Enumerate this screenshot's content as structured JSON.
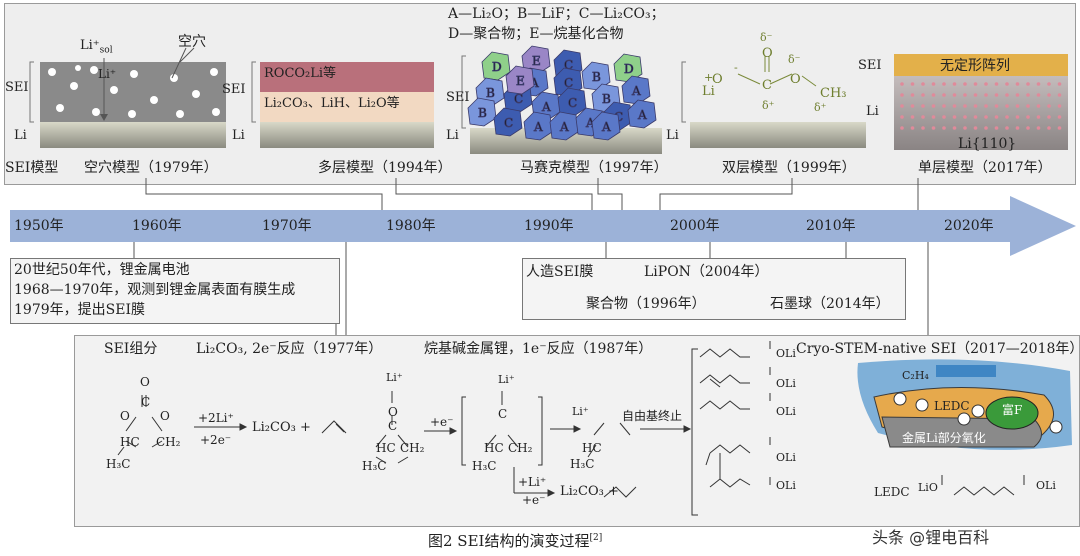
{
  "legend": {
    "line1": "A—Li₂O；B—LiF；C—Li₂CO₃；",
    "line2": "D—聚合物；E—烷基化合物"
  },
  "models": {
    "sei_model_label": "SEI模型",
    "vacancy": {
      "title": "空穴模型（1979年）",
      "sei": "SEI",
      "li": "Li",
      "li_sol": "Li⁺",
      "li_sol_sub": "sol",
      "li_plus": "Li⁺",
      "hole": "空穴"
    },
    "multilayer": {
      "title": "多层模型（1994年）",
      "sei": "SEI",
      "li": "Li",
      "layer_top": "ROCO₂Li等",
      "layer_bottom": "Li₂CO₃、LiH、Li₂O等"
    },
    "mosaic": {
      "title": "马赛克模型（1997年）",
      "sei": "SEI",
      "li": "Li",
      "grains": [
        "D",
        "E",
        "C",
        "A",
        "C",
        "B",
        "D",
        "B",
        "C",
        "A",
        "C",
        "B",
        "A",
        "B",
        "C",
        "A",
        "A",
        "A",
        "C",
        "A",
        "E",
        "A"
      ]
    },
    "double": {
      "title": "双层模型（1999年）",
      "li": "Li",
      "li_plus": "Li",
      "plus": "+",
      "minus": "-",
      "delta_minus": "δ⁻",
      "delta_plus": "δ⁺",
      "atoms": {
        "o": "O",
        "c": "C",
        "ch3": "CH₃"
      }
    },
    "single": {
      "title": "单层模型（2017年）",
      "sei": "SEI",
      "li": "Li",
      "amorphous": "无定形阵列",
      "facet": "Li{110}"
    }
  },
  "timeline": {
    "years": [
      "1950年",
      "1960年",
      "1970年",
      "1980年",
      "1990年",
      "2000年",
      "2010年",
      "2020年"
    ]
  },
  "events": {
    "left_box": [
      "20世纪50年代，锂金属电池",
      "1968—1970年，观测到锂金属表面有膜生成",
      "1979年，提出SEI膜"
    ],
    "mid_box": {
      "artificial": "人造SEI膜",
      "lipon": "LiPON（2004年）",
      "polymer": "聚合物（1996年）",
      "graphite": "石墨球（2014年）"
    }
  },
  "reactions": {
    "sei_components_label": "SEI组分",
    "reaction1_title": "Li₂CO₃, 2e⁻反应（1977年）",
    "reaction2_title": "烷基碱金属锂，1e⁻反应（1987年）",
    "cryo_title": "Cryo-STEM-native SEI（2017—2018年）",
    "plus_2li": "+2Li⁺",
    "plus_2e": "+2e⁻",
    "plus_e": "+e⁻",
    "plus_li": "+Li⁺",
    "li2co3": "Li₂CO₃ +",
    "li2co3_b": "Li₂CO₃ +",
    "radical": "自由基终止",
    "h3c": "H₃C",
    "hc": "HC",
    "ch2": "CH₂",
    "o": "O",
    "c": "C",
    "li_plus": "Li⁺",
    "oli": "OLi",
    "ledc": "LEDC",
    "ledc_li": "LiO",
    "c2h4": "C₂H₄",
    "rich_f": "富F",
    "ledc_label": "LEDC",
    "metal_li": "金属Li部分氧化"
  },
  "caption": {
    "text": "图2   SEI结构的演变过程",
    "ref": "[2]"
  },
  "watermark": "头条 @锂电百科"
}
